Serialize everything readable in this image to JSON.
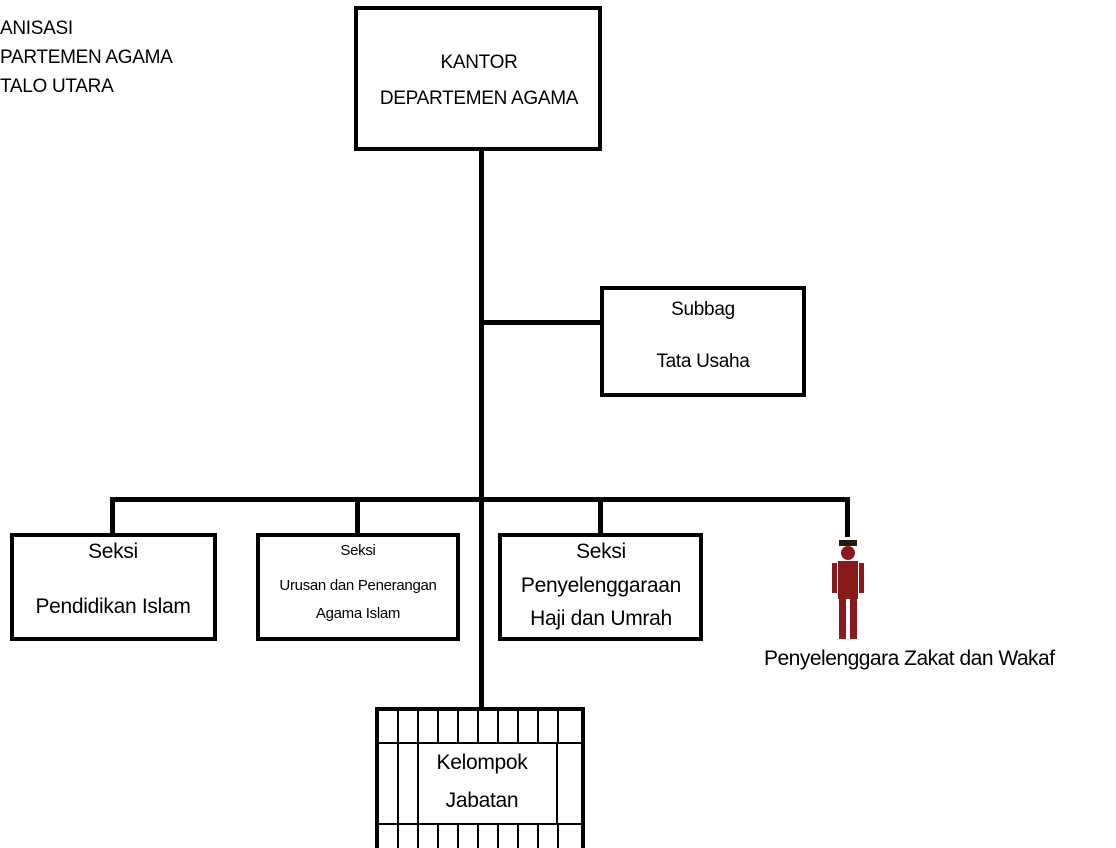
{
  "header": {
    "line1": "ANISASI",
    "line2": "PARTEMEN AGAMA",
    "line3": "TALO UTARA"
  },
  "kantor": {
    "line1": "KANTOR",
    "line2": "DEPARTEMEN AGAMA"
  },
  "subbag": {
    "line1": "Subbag",
    "line2": "Tata Usaha"
  },
  "seksi_pendidikan": {
    "line1": "Seksi",
    "line2": "Pendidikan Islam"
  },
  "seksi_urusan": {
    "line1": "Seksi",
    "line2": "Urusan dan Penerangan",
    "line3": "Agama Islam"
  },
  "seksi_haji": {
    "line1": "Seksi",
    "line2": "Penyelenggaraan",
    "line3": "Haji dan Umrah"
  },
  "zakat": {
    "label": "Penyelenggara Zakat dan Wakaf",
    "icon": "person-icon",
    "icon_color": "#8b1a1a"
  },
  "kelompok": {
    "line1": "Kelompok",
    "line2": "Jabatan"
  }
}
